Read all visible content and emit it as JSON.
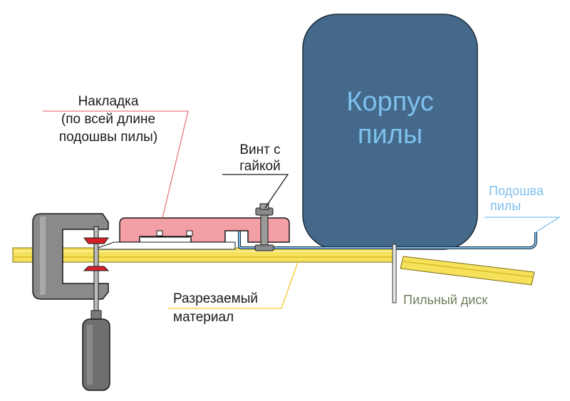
{
  "labels": {
    "overlay": [
      "Накладка",
      "(по всей длине",
      "подошвы пилы)"
    ],
    "screw": [
      "Винт с",
      "гайкой"
    ],
    "housing": [
      "Корпус",
      "пилы"
    ],
    "sole": [
      "Подошва",
      "пилы"
    ],
    "material": [
      "Разрезаемый",
      "материал"
    ],
    "blade": "Пильный диск"
  },
  "colors": {
    "overlay": "#f29fa6",
    "overlay_leader": "#e8787f",
    "housing": "#44698a",
    "housing_text": "#7ec0ee",
    "sole": "#7ec0ee",
    "material": "#f5e15a",
    "clamp": "#8a8a8a",
    "blade_label": "#6e7f5a"
  }
}
